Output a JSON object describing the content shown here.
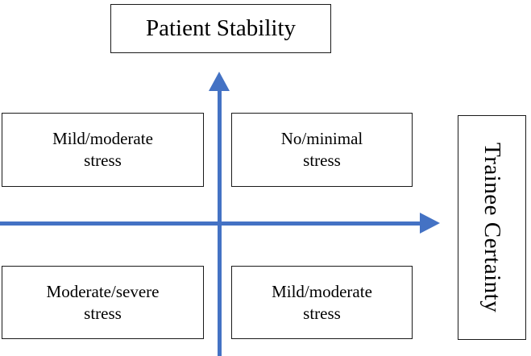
{
  "diagram": {
    "title": "Patient Stability",
    "y_axis_label": "Trainee Certainty",
    "axis_color": "#4472C4",
    "box_border_color": "#1a1a1a",
    "background_color": "#ffffff",
    "quadrants": {
      "top_left": "Mild/moderate stress",
      "top_left_line1": "Mild/moderate",
      "top_left_line2": "stress",
      "top_right": "No/minimal stress",
      "top_right_line1": "No/minimal",
      "top_right_line2": "stress",
      "bottom_left": "Moderate/severe stress",
      "bottom_left_line1": "Moderate/severe",
      "bottom_left_line2": "stress",
      "bottom_right": "Mild/moderate stress",
      "bottom_right_line1": "Mild/moderate",
      "bottom_right_line2": "stress"
    },
    "axes": {
      "horizontal_arrow_direction": "right",
      "vertical_arrow_direction": "up",
      "horizontal_icon": "arrow-right-icon",
      "vertical_icon": "arrow-up-icon"
    }
  }
}
